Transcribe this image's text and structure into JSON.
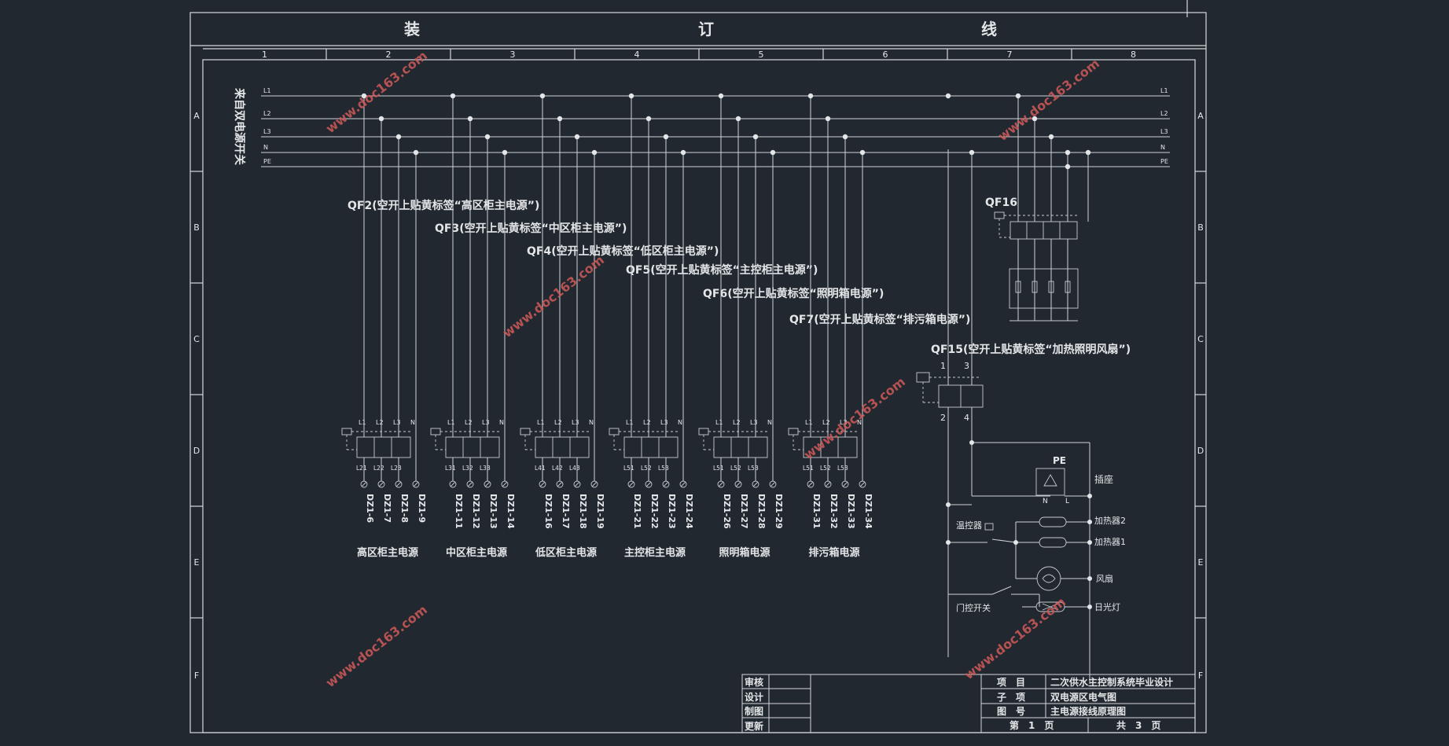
{
  "header": {
    "zhuang": "装",
    "ding": "订",
    "xian": "线"
  },
  "col_numbers": [
    "1",
    "2",
    "3",
    "4",
    "5",
    "6",
    "7",
    "8"
  ],
  "row_letters": [
    "A",
    "B",
    "C",
    "D",
    "E",
    "F"
  ],
  "source_label": "来自双电源开关",
  "bus_labels": [
    "L1",
    "L2",
    "L3",
    "N",
    "PE"
  ],
  "breaker_callouts": [
    "QF2(空开上贴黄标签“高区柜主电源”)",
    "QF3(空开上贴黄标签“中区柜主电源”)",
    "QF4(空开上贴黄标签“低区柜主电源”)",
    "QF5(空开上贴黄标签“主控柜主电源”)",
    "QF6(空开上贴黄标签“照明箱电源”)",
    "QF7(空开上贴黄标签“排污箱电源”)"
  ],
  "qf16_label": "QF16",
  "qf15_label": "QF15(空开上贴黄标签“加热照明风扇”)",
  "qf15_terms": [
    "1",
    "3",
    "2",
    "4"
  ],
  "pole_labels": [
    "L1",
    "L2",
    "L3",
    "N"
  ],
  "groups": [
    {
      "name": "高区柜主电源",
      "outs": [
        "L21",
        "L22",
        "L23"
      ],
      "terms": [
        "DZ1-6",
        "DZ1-7",
        "DZ1-8",
        "DZ1-9"
      ]
    },
    {
      "name": "中区柜主电源",
      "outs": [
        "L31",
        "L32",
        "L33"
      ],
      "terms": [
        "DZ1-11",
        "DZ1-12",
        "DZ1-13",
        "DZ1-14"
      ]
    },
    {
      "name": "低区柜主电源",
      "outs": [
        "L41",
        "L42",
        "L43"
      ],
      "terms": [
        "DZ1-16",
        "DZ1-17",
        "DZ1-18",
        "DZ1-19"
      ]
    },
    {
      "name": "主控柜主电源",
      "outs": [
        "L51",
        "L52",
        "L53"
      ],
      "terms": [
        "DZ1-21",
        "DZ1-22",
        "DZ1-23",
        "DZ1-24"
      ]
    },
    {
      "name": "照明箱电源",
      "outs": [
        "L51",
        "L52",
        "L53"
      ],
      "terms": [
        "DZ1-26",
        "DZ1-27",
        "DZ1-28",
        "DZ1-29"
      ]
    },
    {
      "name": "排污箱电源",
      "outs": [
        "L51",
        "L52",
        "L53"
      ],
      "terms": [
        "DZ1-31",
        "DZ1-32",
        "DZ1-33",
        "DZ1-34"
      ]
    }
  ],
  "aux": {
    "pe": "PE",
    "socket": "插座",
    "n": "N",
    "l": "L",
    "thermostat": "温控器",
    "heater2": "加热器2",
    "heater1": "加热器1",
    "fan": "风扇",
    "door_switch": "门控开关",
    "lamp": "日光灯"
  },
  "title_block": {
    "left_rows": [
      "审核",
      "设计",
      "制图",
      "更新"
    ],
    "right_labels": [
      "项　目",
      "子　项",
      "图　号"
    ],
    "right_values": [
      "二次供水主控制系统毕业设计",
      "双电源区电气图",
      "主电源接线原理图"
    ],
    "page_label": "第　1　页",
    "total_label": "共　3　页"
  },
  "watermark": "www.doc163.com",
  "colors": {
    "background": "#212830",
    "lines": "#cfd3d7",
    "watermark": "#d25a5a"
  }
}
